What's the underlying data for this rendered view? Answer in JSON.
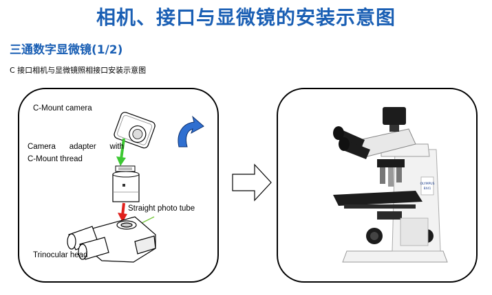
{
  "header": {
    "title": "相机、接口与显微镜的安装示意图",
    "subtitle": "三通数字显微镜(1/2)",
    "caption": "C 接口相机与显微镜照相接口安装示意图"
  },
  "left_panel": {
    "camera_label": "C-Mount camera",
    "adapter_words": [
      "Camera",
      "adapter",
      "with"
    ],
    "adapter_line2": "C-Mount thread",
    "tube_label": "Straight photo tube",
    "head_label": "Trinocular head"
  },
  "right_panel": {
    "brand_text": "OLYMPUS",
    "model_text": "BX41"
  },
  "colors": {
    "title_blue": "#1a5fb4",
    "rotate_arrow_blue": "#2f6fd0",
    "green_arrow": "#3cc832",
    "red_arrow": "#e0201c",
    "microscope_white": "#f2f2f2",
    "microscope_black": "#1c1c1c"
  }
}
